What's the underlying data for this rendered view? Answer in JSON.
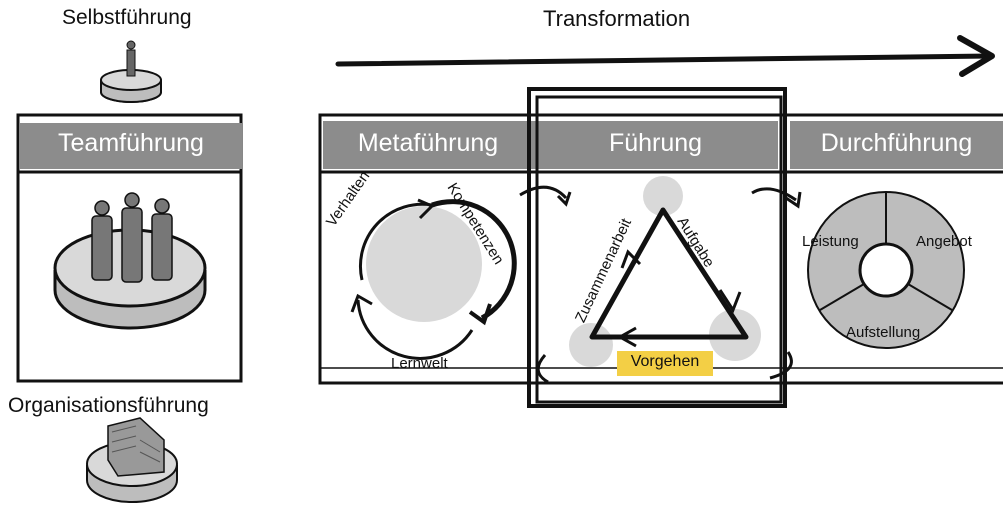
{
  "left_column": {
    "selbst_label": "Selbstführung",
    "team_label": "Teamführung",
    "org_label": "Organisationsführung"
  },
  "header": {
    "transformation_label": "Transformation"
  },
  "panels": {
    "meta": {
      "title": "Metaführung",
      "labels": {
        "verhalten": "Verhalten",
        "kompetenzen": "Kompetenzen",
        "lernwelt": "Lernwelt"
      }
    },
    "fuehrung": {
      "title": "Führung",
      "labels": {
        "zusammenarbeit": "Zusammenarbeit",
        "aufgabe": "Aufgabe",
        "vorgehen": "Vorgehen"
      }
    },
    "durch": {
      "title": "Durchführung",
      "labels": {
        "leistung": "Leistung",
        "angebot": "Angebot",
        "aufstellung": "Aufstellung"
      }
    }
  },
  "colors": {
    "bar_gray": "#8c8c8c",
    "light_gray": "#d9d9d9",
    "mid_gray": "#bdbdbd",
    "highlight_yellow": "#f3cf45",
    "ink": "#111111"
  }
}
